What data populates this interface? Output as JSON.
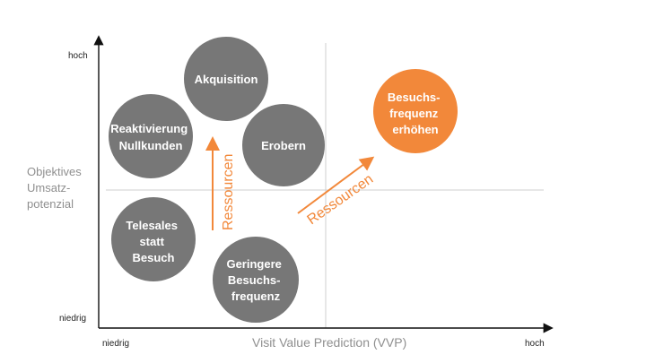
{
  "diagram": {
    "y_axis": {
      "top_label": "hoch",
      "bottom_label": "niedrig",
      "title_lines": [
        "Objektives",
        "Umsatz-",
        "potenzial"
      ]
    },
    "x_axis": {
      "left_label": "niedrig",
      "right_label": "hoch",
      "title": "Visit Value Prediction (VVP)"
    },
    "bubbles": [
      {
        "lines": [
          "Akquisition"
        ],
        "color": "#777777"
      },
      {
        "lines": [
          "Reaktivierung",
          "Nullkunden"
        ],
        "color": "#777777"
      },
      {
        "lines": [
          "Erobern"
        ],
        "color": "#777777"
      },
      {
        "lines": [
          "Telesales",
          "statt",
          "Besuch"
        ],
        "color": "#777777"
      },
      {
        "lines": [
          "Geringere",
          "Besuchs-",
          "frequenz"
        ],
        "color": "#777777"
      },
      {
        "lines": [
          "Besuchs-",
          "frequenz",
          "erhöhen"
        ],
        "color": "#f2883a"
      }
    ],
    "arrows": [
      {
        "label": "Ressourcen",
        "color": "#f2883a"
      },
      {
        "label": "Ressourcen",
        "color": "#f2883a"
      }
    ],
    "colors": {
      "axis": "#111111",
      "divider": "#cfcfcf",
      "bubble_gray": "#777777",
      "accent": "#f2883a"
    }
  }
}
